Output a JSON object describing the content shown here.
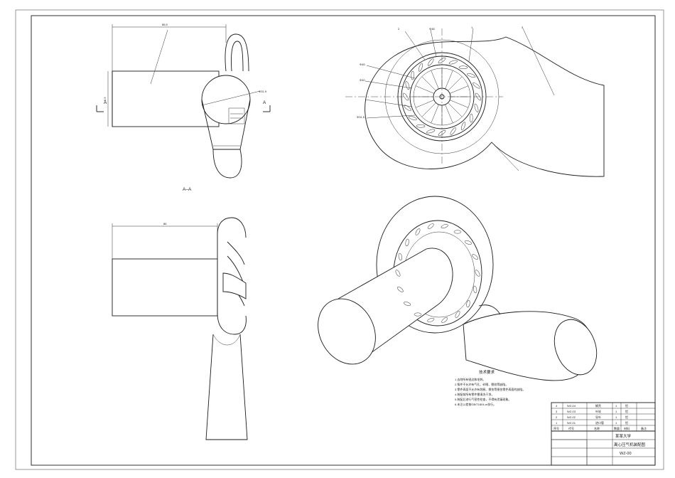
{
  "drawing": {
    "section_label": "A–A",
    "section_markers": [
      "A",
      "A"
    ],
    "dim_top_width": "86.5",
    "dim_side_height": "9.5",
    "dim_pipe_dia": "Φ31.9",
    "dim_lower_width": "86",
    "part_balloons": [
      "2",
      "1",
      "3"
    ],
    "circle_dims": [
      "Φ48",
      "Φ45",
      "Φ40",
      "Φ31.5"
    ]
  },
  "notes": {
    "title": "技术要求",
    "lines": [
      "1.去除所有锐边和毛刺。",
      "2.铸件不允许有气孔、砂眼、裂纹等缺陷。",
      "3.零件表面不允许有划痕、擦伤等损伤零件表面的缺陷。",
      "4.装配前所有零件需清洗干净。",
      "5.装配后进行气密性检查，不得有泄漏现象。",
      "6.未注公差按GB/T1804-m执行。"
    ]
  },
  "title_block": {
    "bom_rows": [
      {
        "no": "4",
        "code": "WZ-04",
        "name": "蜗壳",
        "qty": "1",
        "material": "铝"
      },
      {
        "no": "3",
        "code": "WZ-03",
        "name": "叶轮",
        "qty": "1",
        "material": "铝"
      },
      {
        "no": "2",
        "code": "WZ-02",
        "name": "导叶",
        "qty": "1",
        "material": "铝"
      },
      {
        "no": "1",
        "code": "WZ-01",
        "name": "进口管",
        "qty": "1",
        "material": "铝"
      }
    ],
    "bom_headers": [
      "序号",
      "代号",
      "名称",
      "数量",
      "材料",
      "备注"
    ],
    "school": "某某大学",
    "drawing_name": "离心压气机装配图",
    "drawing_no": "WZ-00"
  }
}
